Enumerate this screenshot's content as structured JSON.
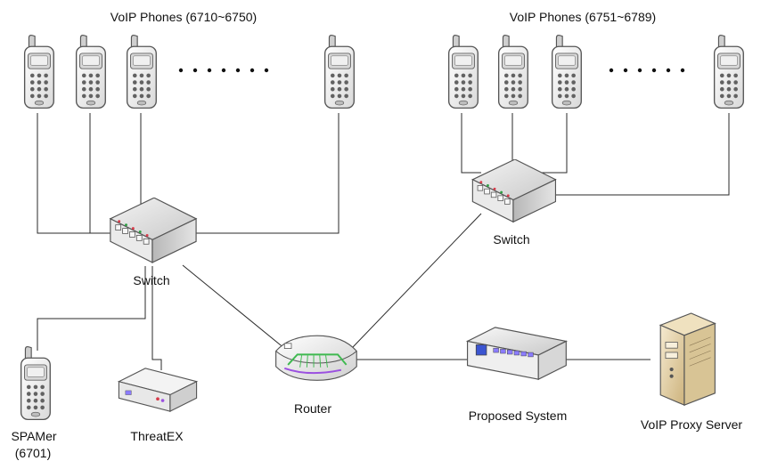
{
  "groups": {
    "left": {
      "title": "VoIP Phones (6710~6750)"
    },
    "right": {
      "title": "VoIP Phones (6751~6789)"
    }
  },
  "labels": {
    "switch_left": "Switch",
    "switch_right": "Switch",
    "router": "Router",
    "proposed_system": "Proposed System",
    "proxy_server": "VoIP Proxy Server",
    "spamer_line1": "SPAMer",
    "spamer_line2": "(6701)",
    "threatex": "ThreatEX"
  },
  "colors": {
    "line": "#2a2a2a",
    "device_dark": "#4a4a4a",
    "device_light": "#dcdcdc",
    "phone_body": "#efefef",
    "phone_screen": "#c7c7c7",
    "switch_port_green": "#2ea043",
    "switch_port_red": "#d73a49",
    "router_green": "#3fb950",
    "router_purple": "#9b51e0",
    "server_cream": "#e7d8b5",
    "server_dark": "#a88f63",
    "system_blue": "#3b55d1",
    "system_led": "#8b7cff"
  }
}
